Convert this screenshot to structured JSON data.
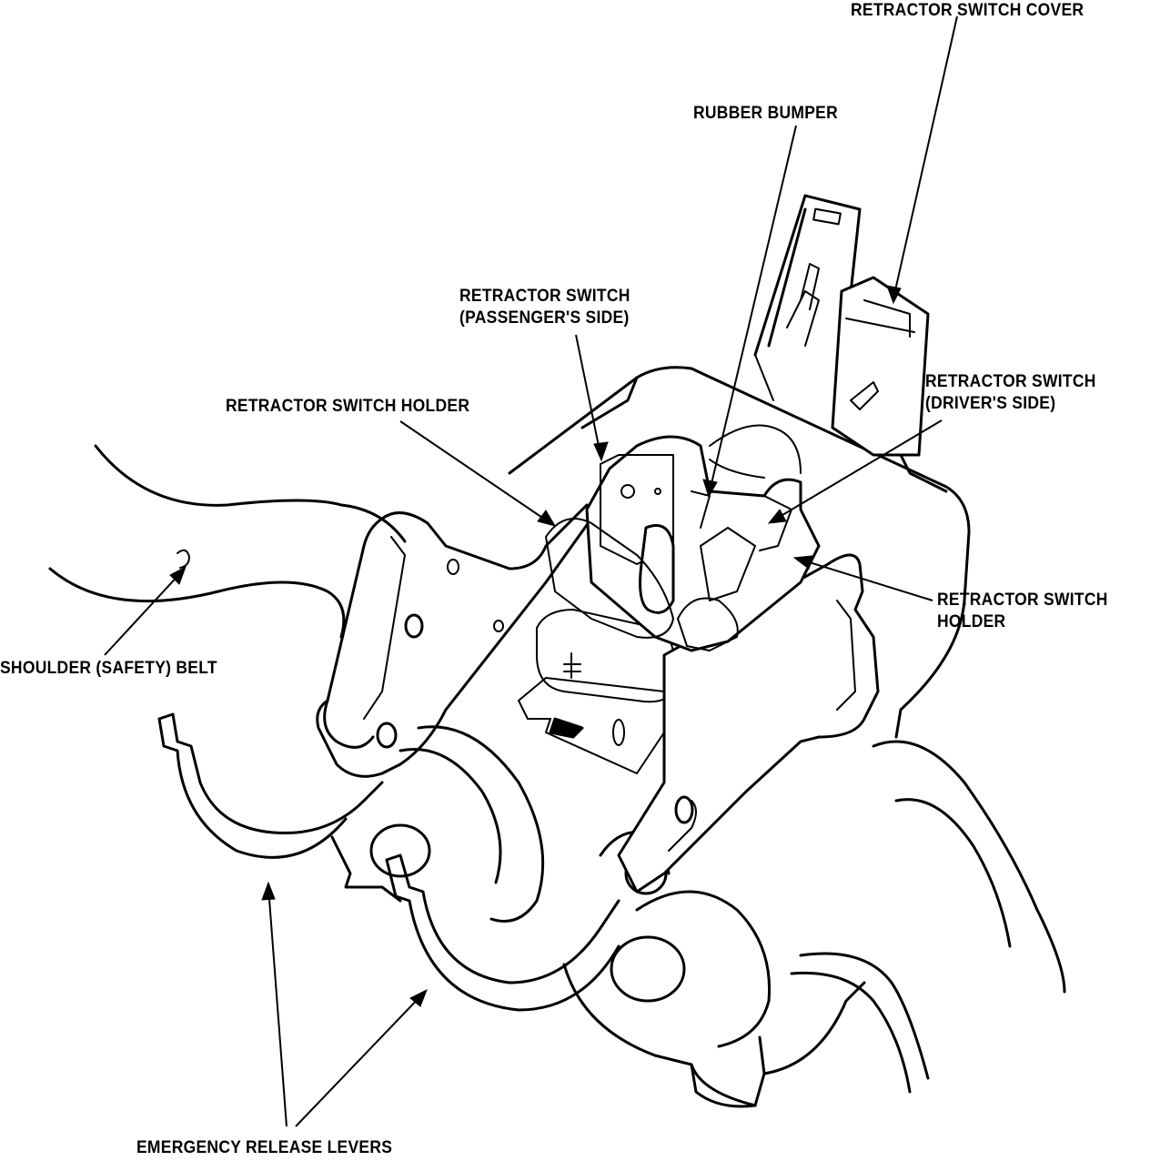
{
  "labels": {
    "retractor_switch_cover": "RETRACTOR SWITCH COVER",
    "rubber_bumper": "RUBBER BUMPER",
    "retractor_switch_passenger_line1": "RETRACTOR SWITCH",
    "retractor_switch_passenger_line2": "(PASSENGER'S SIDE)",
    "retractor_switch_driver_line1": "RETRACTOR SWITCH",
    "retractor_switch_driver_line2": "(DRIVER'S SIDE)",
    "retractor_switch_holder_left": "RETRACTOR SWITCH HOLDER",
    "retractor_switch_holder_right_line1": "RETRACTOR SWITCH",
    "retractor_switch_holder_right_line2": "HOLDER",
    "shoulder_safety_belt": "SHOULDER (SAFETY) BELT",
    "emergency_release_levers": "EMERGENCY RELEASE LEVERS"
  },
  "colors": {
    "ink": "#000000",
    "paper": "#ffffff"
  }
}
